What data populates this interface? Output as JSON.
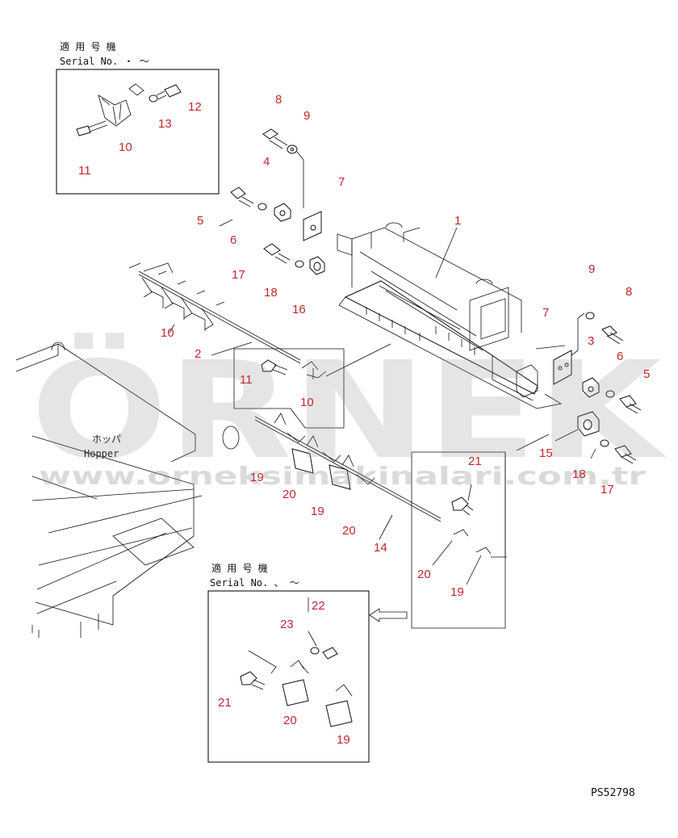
{
  "serial_note_top": {
    "jp": "適 用 号 機",
    "en": "Serial No.  ・ ～"
  },
  "serial_note_bottom": {
    "jp": "適 用 号 機",
    "en": "Serial No.  、 ～"
  },
  "hopper": {
    "jp": "ホッパ",
    "en": "Hopper"
  },
  "drawing_code": "PS52798",
  "watermark": {
    "brand": "ÖRNEK",
    "url": "www.orneksimakinalari.com.tr"
  },
  "callouts": {
    "c1": "1",
    "c2": "2",
    "c3": "3",
    "c4": "4",
    "c5a": "5",
    "c5b": "5",
    "c6a": "6",
    "c6b": "6",
    "c7a": "7",
    "c7b": "7",
    "c8a": "8",
    "c8b": "8",
    "c9a": "9",
    "c9b": "9",
    "c10a": "10",
    "c10b": "10",
    "c10c": "10",
    "c11a": "11",
    "c11b": "11",
    "c12": "12",
    "c13": "13",
    "c14": "14",
    "c15": "15",
    "c16": "16",
    "c17a": "17",
    "c17b": "17",
    "c18a": "18",
    "c18b": "18",
    "c19a": "19",
    "c19b": "19",
    "c19c": "19",
    "c19d": "19",
    "c20a": "20",
    "c20b": "20",
    "c20c": "20",
    "c20d": "20",
    "c21a": "21",
    "c21b": "21",
    "c22": "22",
    "c23": "23"
  }
}
